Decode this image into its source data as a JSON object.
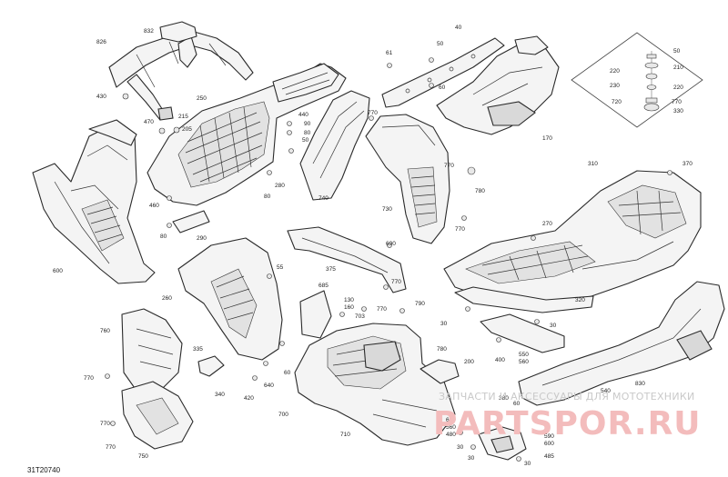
{
  "diagram": {
    "reference_code": "31T20740",
    "watermark_line1": "ЗАПЧАСТИ И АКСЕССУАРЫ ДЛЯ МОТОТЕХНИКИ",
    "watermark_line2": "PARTSPOR.RU"
  },
  "callouts": [
    {
      "id": "c826",
      "label": "826"
    },
    {
      "id": "c832",
      "label": "832"
    },
    {
      "id": "c430",
      "label": "430"
    },
    {
      "id": "c470",
      "label": "470"
    },
    {
      "id": "c215",
      "label": "215"
    },
    {
      "id": "c205",
      "label": "205"
    },
    {
      "id": "c250",
      "label": "250"
    },
    {
      "id": "c440",
      "label": "440"
    },
    {
      "id": "c90",
      "label": "90"
    },
    {
      "id": "c80a",
      "label": "80"
    },
    {
      "id": "c50",
      "label": "50"
    },
    {
      "id": "c80b",
      "label": "80"
    },
    {
      "id": "c280",
      "label": "280"
    },
    {
      "id": "c460",
      "label": "460"
    },
    {
      "id": "c80c",
      "label": "80"
    },
    {
      "id": "c290",
      "label": "290"
    },
    {
      "id": "c600",
      "label": "600"
    },
    {
      "id": "c260",
      "label": "260"
    },
    {
      "id": "c55",
      "label": "55"
    },
    {
      "id": "c740",
      "label": "740"
    },
    {
      "id": "c770a",
      "label": "770"
    },
    {
      "id": "c61",
      "label": "61"
    },
    {
      "id": "c40",
      "label": "40"
    },
    {
      "id": "c50b",
      "label": "50"
    },
    {
      "id": "c60",
      "label": "60"
    },
    {
      "id": "c730",
      "label": "730"
    },
    {
      "id": "c770b",
      "label": "770"
    },
    {
      "id": "c780",
      "label": "780"
    },
    {
      "id": "c770c",
      "label": "770"
    },
    {
      "id": "c170",
      "label": "170"
    },
    {
      "id": "c50c",
      "label": "50"
    },
    {
      "id": "c210",
      "label": "210"
    },
    {
      "id": "c220a",
      "label": "220"
    },
    {
      "id": "c230",
      "label": "230"
    },
    {
      "id": "c220b",
      "label": "220"
    },
    {
      "id": "c720",
      "label": "720"
    },
    {
      "id": "c770d",
      "label": "770"
    },
    {
      "id": "c330",
      "label": "330"
    },
    {
      "id": "c310",
      "label": "310"
    },
    {
      "id": "c370",
      "label": "370"
    },
    {
      "id": "c270",
      "label": "270"
    },
    {
      "id": "c690",
      "label": "690"
    },
    {
      "id": "c685",
      "label": "685"
    },
    {
      "id": "c375",
      "label": "375"
    },
    {
      "id": "c130",
      "label": "130"
    },
    {
      "id": "c160",
      "label": "160"
    },
    {
      "id": "c770e",
      "label": "770"
    },
    {
      "id": "c703",
      "label": "703"
    },
    {
      "id": "c770f",
      "label": "770"
    },
    {
      "id": "c790",
      "label": "790"
    },
    {
      "id": "c30a",
      "label": "30"
    },
    {
      "id": "c320",
      "label": "320"
    },
    {
      "id": "c30b",
      "label": "30"
    },
    {
      "id": "c760",
      "label": "760"
    },
    {
      "id": "c335",
      "label": "335"
    },
    {
      "id": "c340",
      "label": "340"
    },
    {
      "id": "c770g",
      "label": "770"
    },
    {
      "id": "c770h",
      "label": "770"
    },
    {
      "id": "c420",
      "label": "420"
    },
    {
      "id": "c640",
      "label": "640"
    },
    {
      "id": "c60b",
      "label": "60"
    },
    {
      "id": "c780b",
      "label": "780"
    },
    {
      "id": "c700",
      "label": "700"
    },
    {
      "id": "c710",
      "label": "710"
    },
    {
      "id": "c750",
      "label": "750"
    },
    {
      "id": "c770i",
      "label": "770"
    },
    {
      "id": "c200",
      "label": "200"
    },
    {
      "id": "c400",
      "label": "400"
    },
    {
      "id": "c550",
      "label": "550"
    },
    {
      "id": "c560",
      "label": "560"
    },
    {
      "id": "c830",
      "label": "830"
    },
    {
      "id": "c540",
      "label": "540"
    },
    {
      "id": "c670",
      "label": "670"
    },
    {
      "id": "c560b",
      "label": "560"
    },
    {
      "id": "c480",
      "label": "480"
    },
    {
      "id": "c590",
      "label": "590"
    },
    {
      "id": "c600b",
      "label": "600"
    },
    {
      "id": "c485",
      "label": "485"
    },
    {
      "id": "c30c",
      "label": "30"
    },
    {
      "id": "c30d",
      "label": "30"
    },
    {
      "id": "c380",
      "label": "380"
    },
    {
      "id": "c60c",
      "label": "60"
    },
    {
      "id": "c30e",
      "label": "30"
    }
  ]
}
